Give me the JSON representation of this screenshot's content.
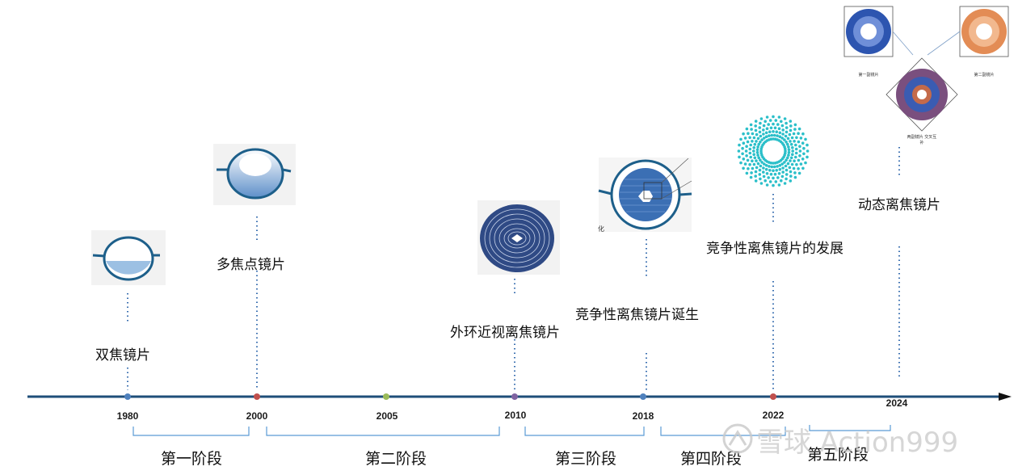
{
  "events": [
    {
      "year": "1980",
      "label": "双焦镜片"
    },
    {
      "year": "2000",
      "label": "多焦点镜片"
    },
    {
      "year": "2010",
      "label": "外环近视离焦镜片"
    },
    {
      "year": "2018",
      "label": "竞争性离焦镜片诞生"
    },
    {
      "year": "2022",
      "label": "竞争性离焦镜片的发展"
    },
    {
      "year": "2024",
      "label": "动态离焦镜片"
    }
  ],
  "years": [
    "1980",
    "2000",
    "2005",
    "2010",
    "2018",
    "2022",
    "2024"
  ],
  "stages": [
    "第一阶段",
    "第二阶段",
    "第三阶段",
    "第四阶段",
    "第五阶段"
  ],
  "dynamic_captions": {
    "first": "第一副镜片",
    "second": "第二副镜片",
    "combined": "两副镜片 交叉互补"
  },
  "fragment_char": "化",
  "watermark": "雪球 Action999",
  "colors": {
    "axis": "#1f4e79",
    "connector": "#3a6fb0",
    "bracket": "#5b9bd5",
    "ring_dots": "#2bbfc9"
  }
}
